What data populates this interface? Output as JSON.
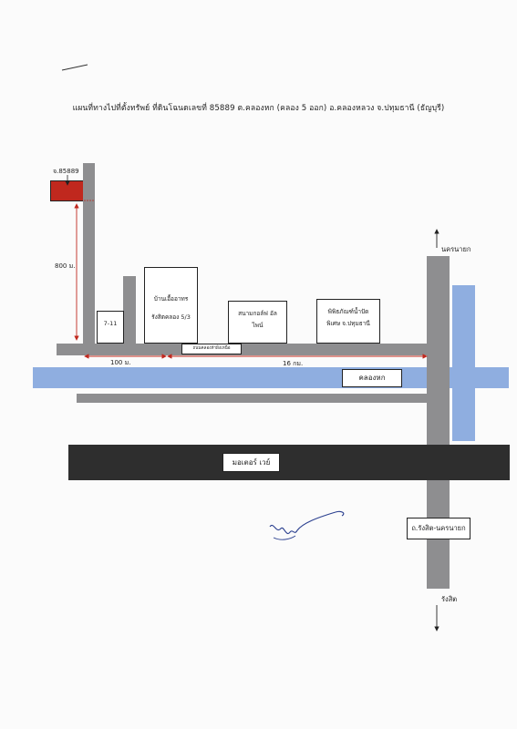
{
  "title": "แผนที่ทางไปที่ตั้งทรัพย์ ที่ดินโฉนดเลขที่ 85889 ต.คลองหก (คลอง 5 ออก) อ.คลองหลวง จ.ปทุมธานี (ธัญบุรี)",
  "property_marker": "จ.85889",
  "distances": {
    "vertical": "800 ม.",
    "left_segment": "100 ม.",
    "right_segment": "16 กม."
  },
  "buildings": {
    "seven_eleven": "7-11",
    "restaurant_line1": "บ้านเอื้ออาทร",
    "restaurant_line2": "รังสิตคลอง 5/3",
    "golf_line1": "สนามกอล์ฟ อัล",
    "golf_line2": "ไพน์",
    "museum_line1": "พิพิธภัณฑ์น้ำปัด",
    "museum_line2": "พิเศษ จ.ปทุมธานี"
  },
  "road_sign": "ถนนคลองห้าฝั่งเหนือ",
  "canal_label": "คลองหก",
  "motorway_label": "มอเตอร์ เวย์",
  "main_road_label": "ถ.รังสิต-นครนายก",
  "directions": {
    "north": "นครนายก",
    "south": "รังสิต"
  },
  "colors": {
    "road": "#8e8e90",
    "canal": "#8faee0",
    "motorway": "#2e2e2e",
    "property": "#c0281e",
    "arrow": "#c0281e"
  }
}
